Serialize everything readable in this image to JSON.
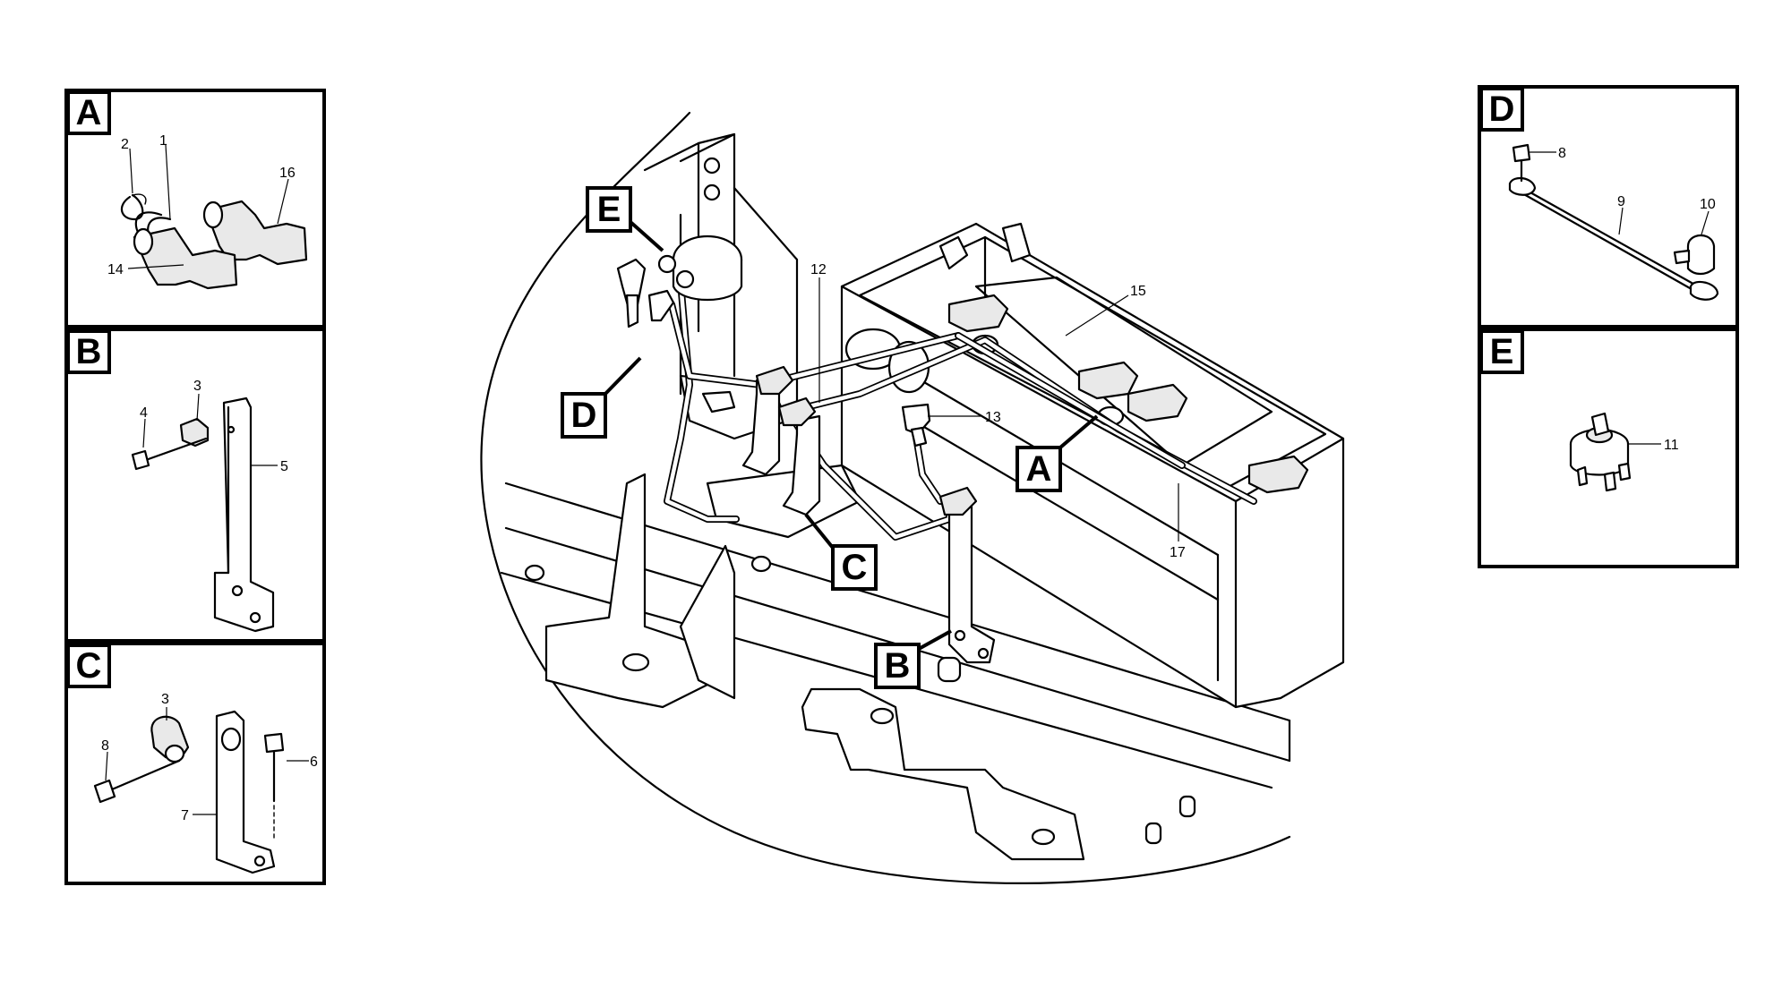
{
  "detail_boxes": {
    "A": {
      "tag": "A",
      "callouts": [
        "2",
        "1",
        "16",
        "14"
      ]
    },
    "B": {
      "tag": "B",
      "callouts": [
        "3",
        "4",
        "5"
      ]
    },
    "C": {
      "tag": "C",
      "callouts": [
        "3",
        "8",
        "6",
        "7"
      ]
    },
    "D": {
      "tag": "D",
      "callouts": [
        "8",
        "9",
        "10"
      ]
    },
    "E": {
      "tag": "E",
      "callouts": [
        "11"
      ]
    }
  },
  "main_view": {
    "tags": [
      "E",
      "D",
      "C",
      "B",
      "A"
    ],
    "callouts": [
      "12",
      "13",
      "15",
      "17"
    ]
  }
}
